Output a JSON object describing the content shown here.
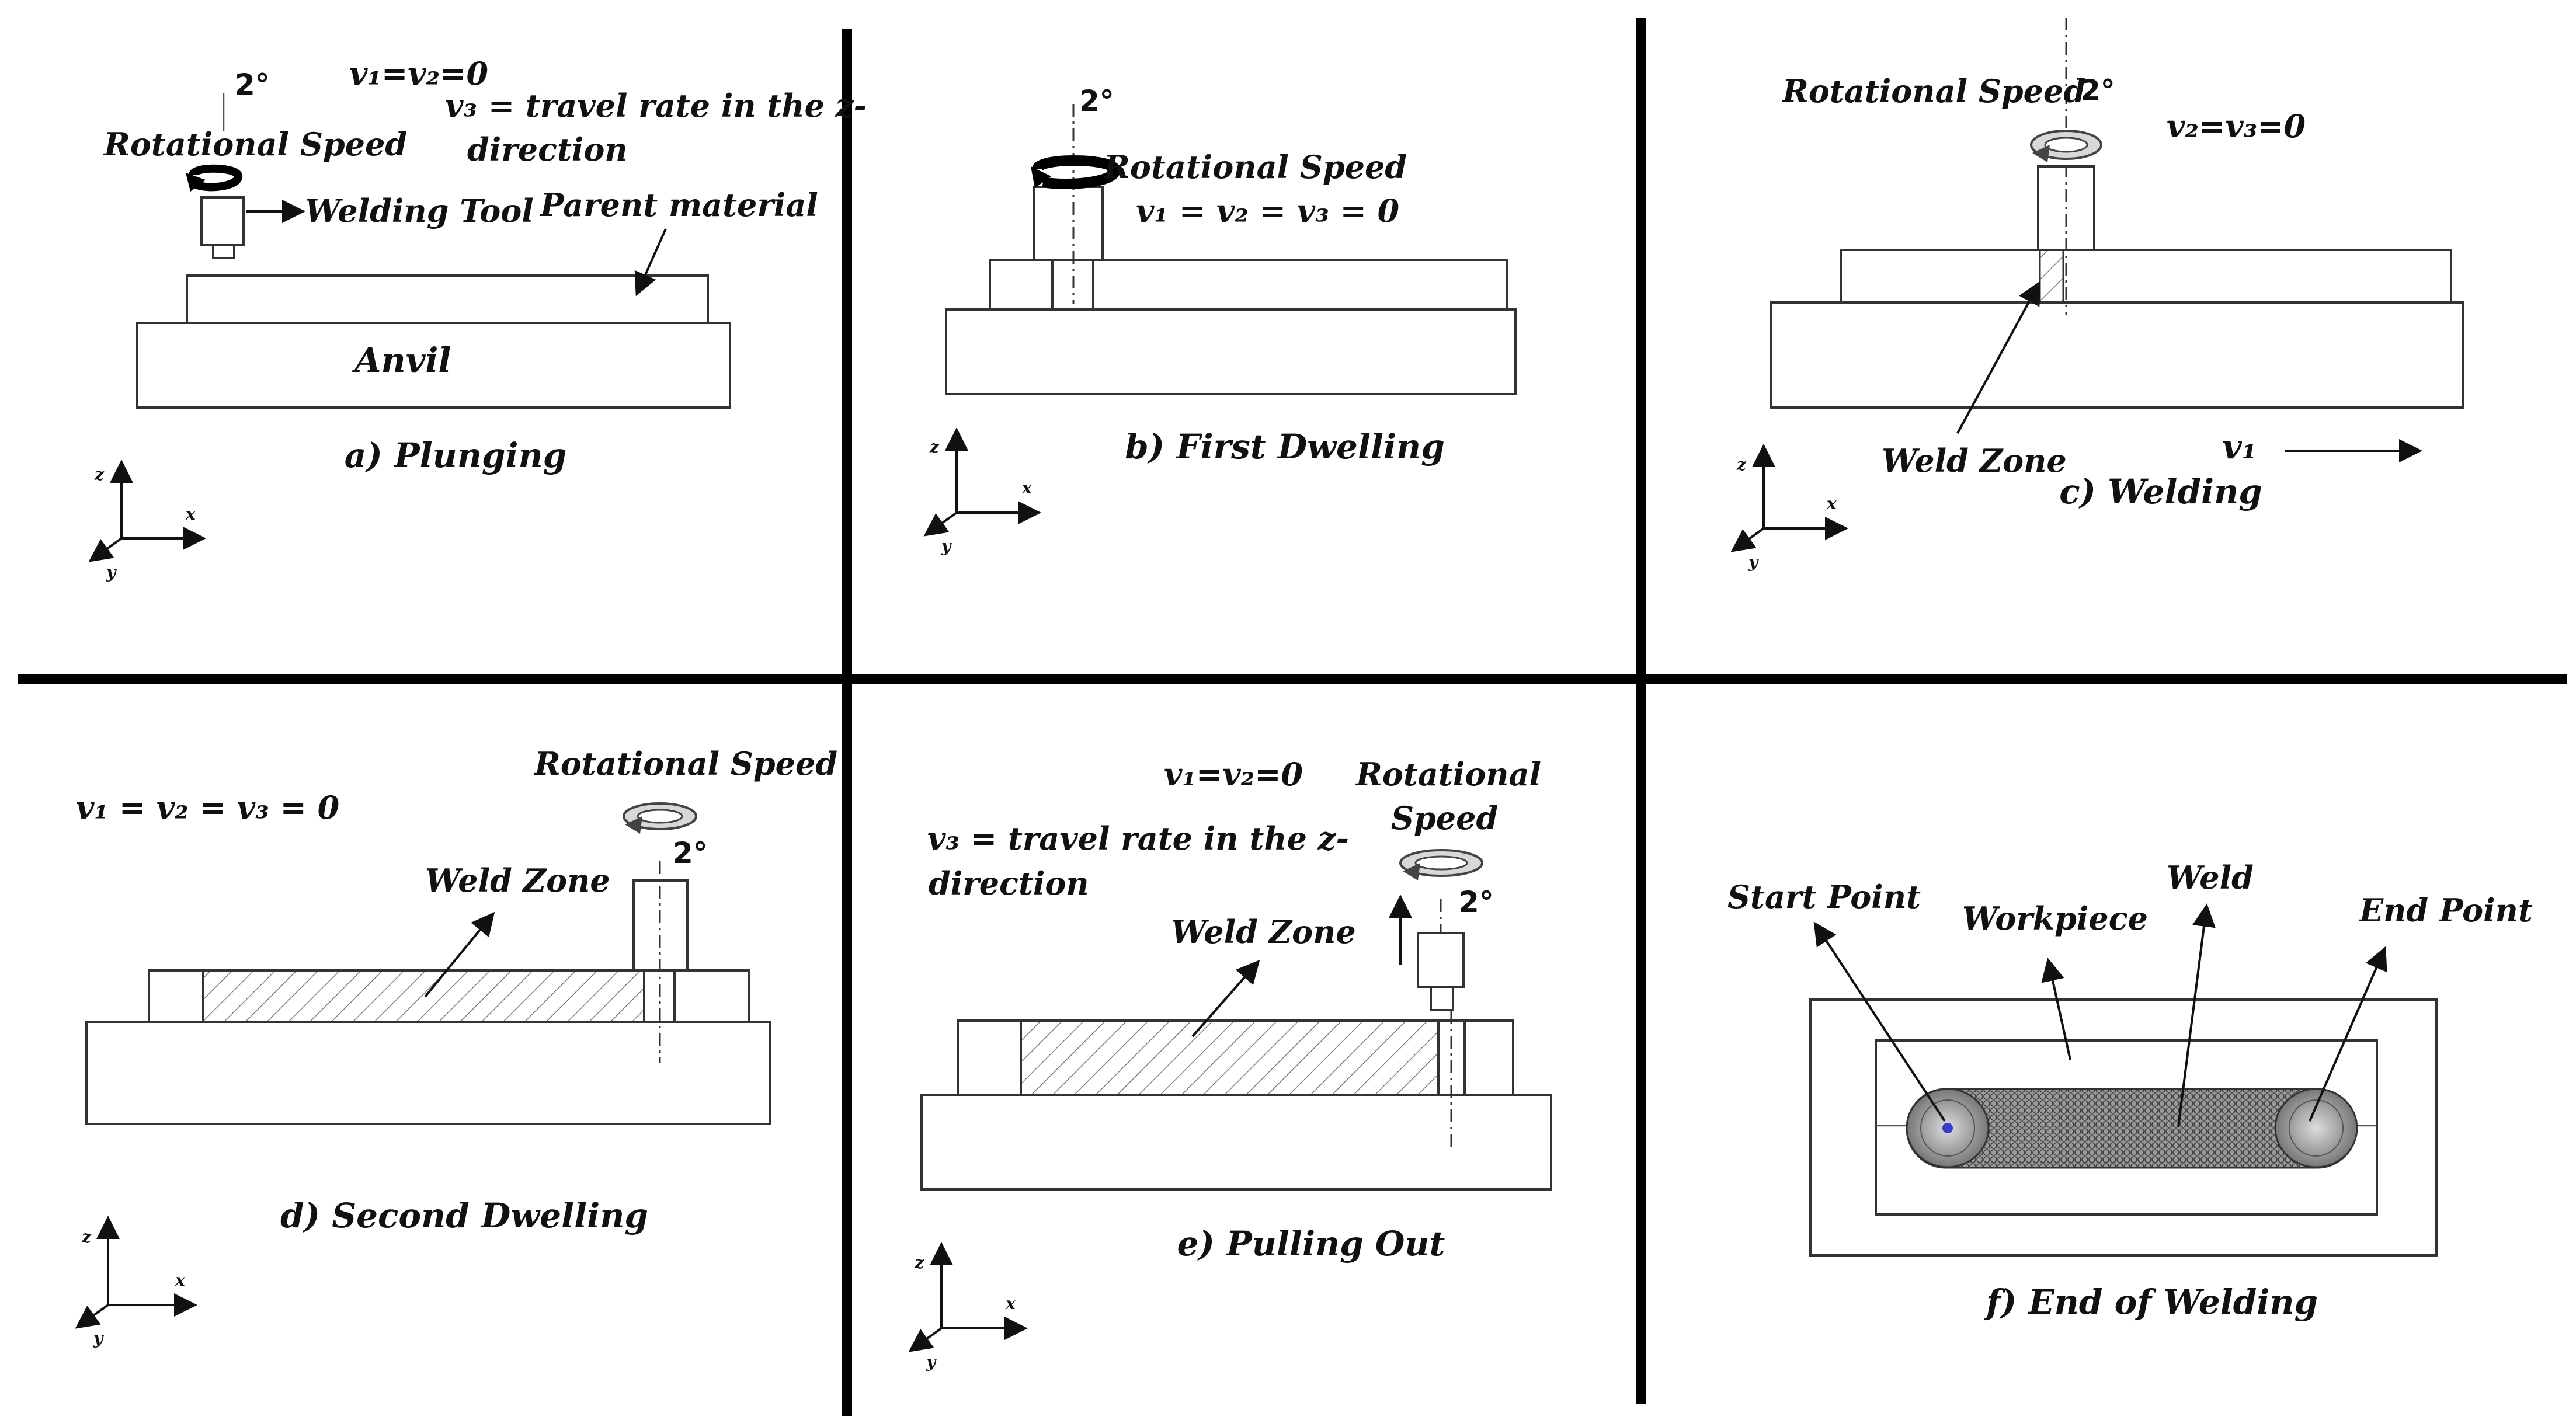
{
  "panels": {
    "a": {
      "caption": "a) Plunging",
      "angle": "2°",
      "velocity_zero": "v₁=v₂=0",
      "v3_line1": "v₃ = travel rate in the z-",
      "v3_line2": "direction",
      "rotational_speed": "Rotational Speed",
      "welding_tool": "Welding Tool",
      "parent_material": "Parent material",
      "anvil": "Anvil",
      "axis_z": "z",
      "axis_x": "x",
      "axis_y": "y"
    },
    "b": {
      "caption": "b) First Dwelling",
      "angle": "2°",
      "rotational_speed": "Rotational Speed",
      "velocity": "v₁ = v₂ = v₃ = 0",
      "axis_z": "z",
      "axis_x": "x",
      "axis_y": "y"
    },
    "c": {
      "caption": "c) Welding",
      "angle": "2°",
      "rotational_speed": "Rotational Speed",
      "velocity": "v₂=v₃=0",
      "weld_zone": "Weld Zone",
      "v1": "v₁",
      "axis_z": "z",
      "axis_x": "x",
      "axis_y": "y"
    },
    "d": {
      "caption": "d) Second Dwelling",
      "angle": "2°",
      "rotational_speed": "Rotational Speed",
      "velocity": "v₁ = v₂ = v₃ = 0",
      "weld_zone": "Weld Zone",
      "axis_z": "z",
      "axis_x": "x",
      "axis_y": "y"
    },
    "e": {
      "caption": "e) Pulling Out",
      "angle": "2°",
      "rotational_line1": "Rotational",
      "rotational_line2": "Speed",
      "velocity_zero": "v₁=v₂=0",
      "v3_line1": "v₃ = travel rate in the z-",
      "v3_line2": "direction",
      "weld_zone": "Weld Zone",
      "axis_z": "z",
      "axis_x": "x",
      "axis_y": "y"
    },
    "f": {
      "caption": "f) End of Welding",
      "start_point": "Start Point",
      "workpiece": "Workpiece",
      "weld": "Weld",
      "end_point": "End Point"
    }
  },
  "colors": {
    "line": "#333333",
    "separator": "#000000",
    "weld_core": "#888888",
    "point_marker": "#3a3acc"
  }
}
